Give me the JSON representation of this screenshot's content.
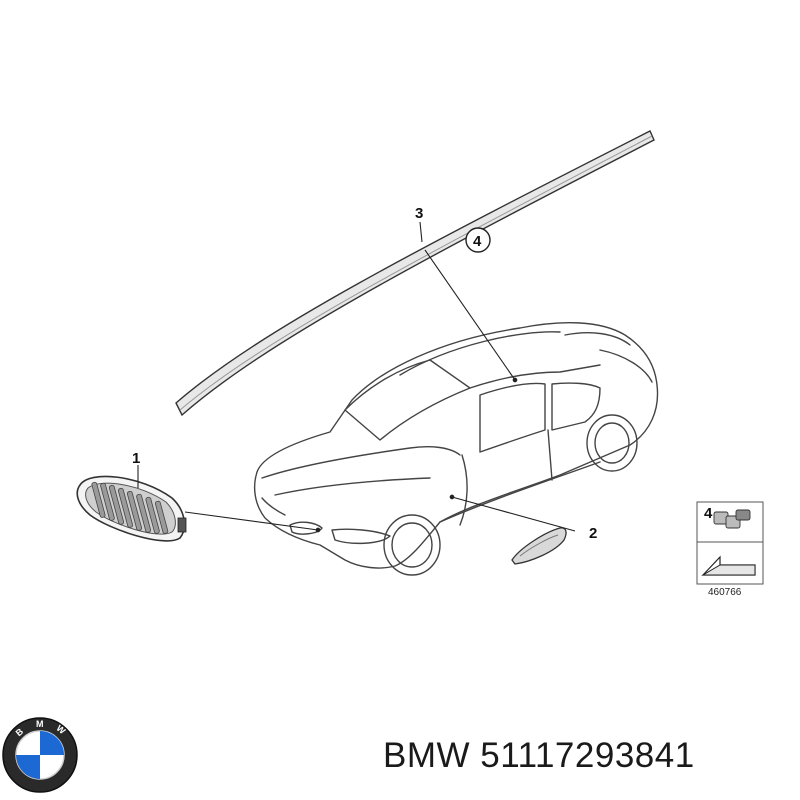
{
  "callouts": {
    "c1": "1",
    "c2": "2",
    "c3": "3",
    "c4": "4"
  },
  "legend": {
    "item_number": "4",
    "diagram_code": "460766"
  },
  "logo": {
    "brand_letters": [
      "B",
      "M",
      "W"
    ],
    "colors": {
      "blue": "#1c69d4",
      "white": "#ffffff",
      "ring": "#111111"
    }
  },
  "footer": {
    "part_number": "BMW 51117293841"
  }
}
